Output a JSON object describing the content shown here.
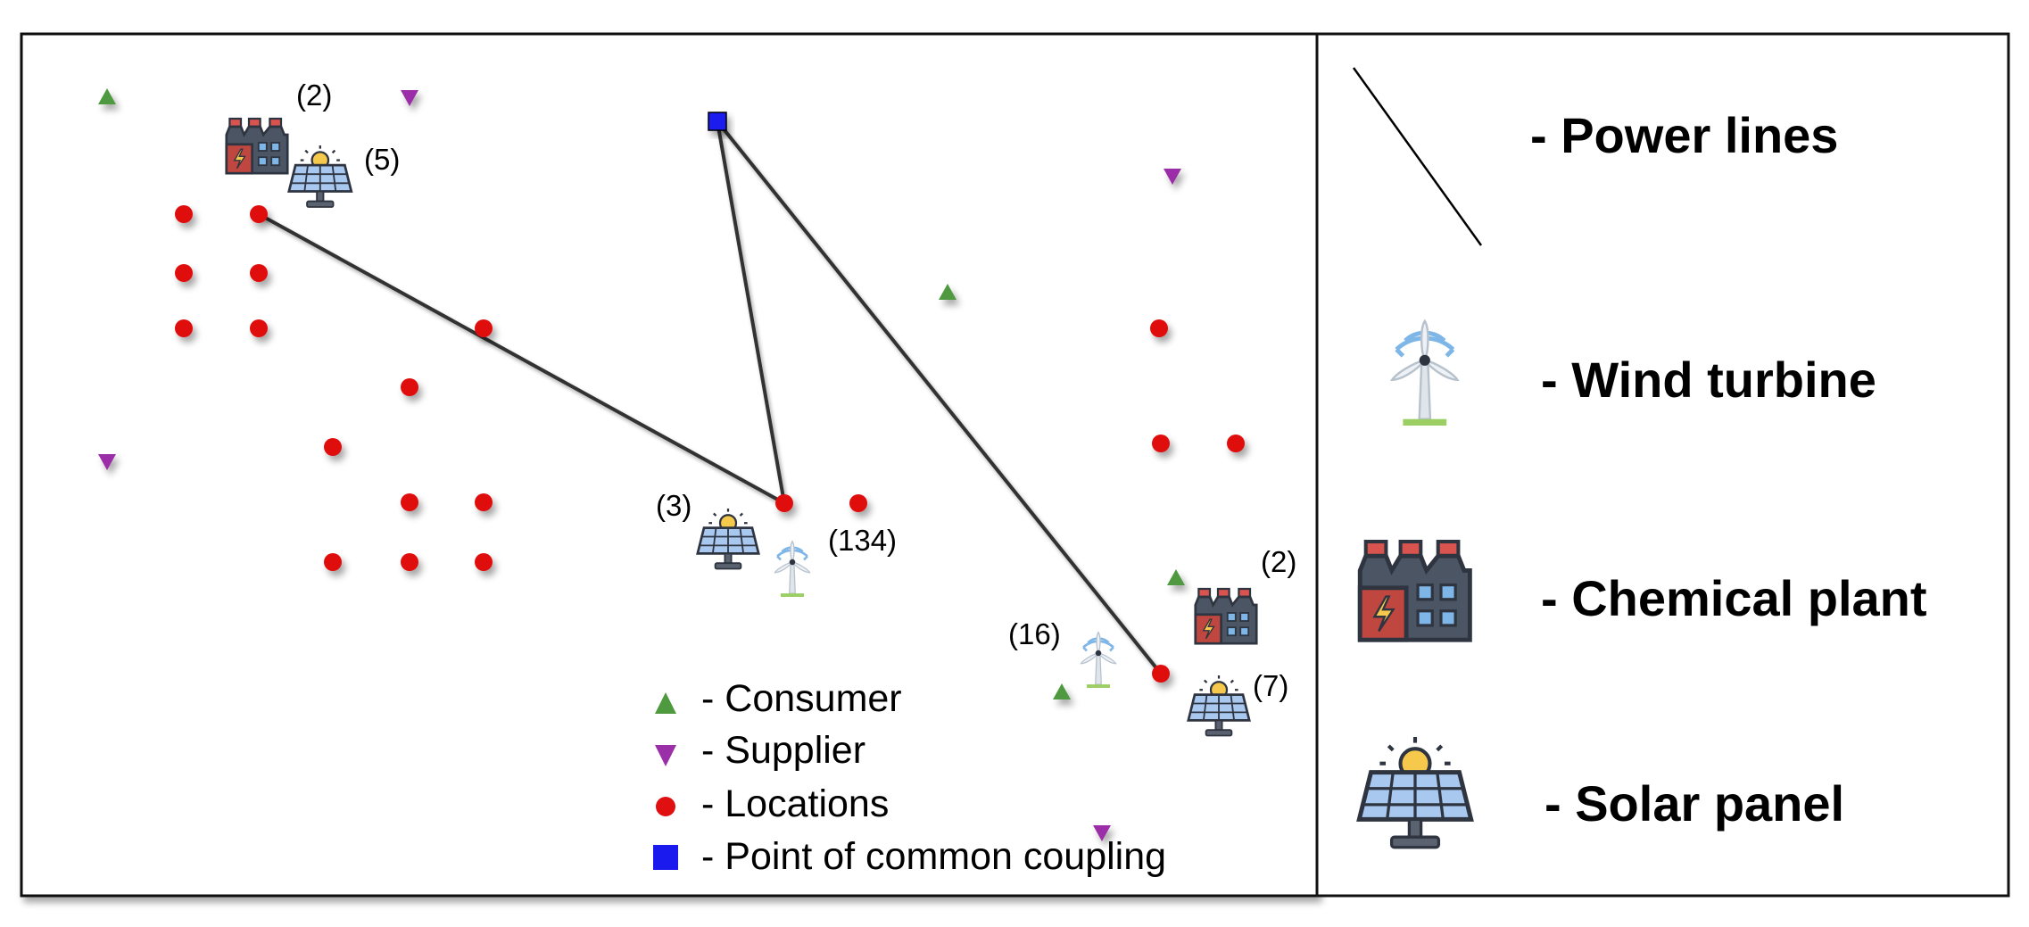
{
  "capacity_labels": {
    "top_left_plant": "(2)",
    "top_left_solar": "(5)",
    "center_solar": "(3)",
    "center_wind": "(134)",
    "right_plant": "(2)",
    "right_wind": "(16)",
    "right_solar": "(7)"
  },
  "map_legend": {
    "consumer": "- Consumer",
    "supplier": "- Supplier",
    "locations": "- Locations",
    "pcc": "- Point of common coupling"
  },
  "icon_legend": {
    "power_lines": "- Power lines",
    "wind_turbine": "- Wind turbine",
    "chemical_plant": "- Chemical plant",
    "solar_panel": "- Solar panel"
  },
  "colors": {
    "consumer": "#4f9a3f",
    "supplier": "#9b2fa8",
    "location": "#e01010",
    "pcc": "#1a1aee",
    "line": "#333333"
  }
}
